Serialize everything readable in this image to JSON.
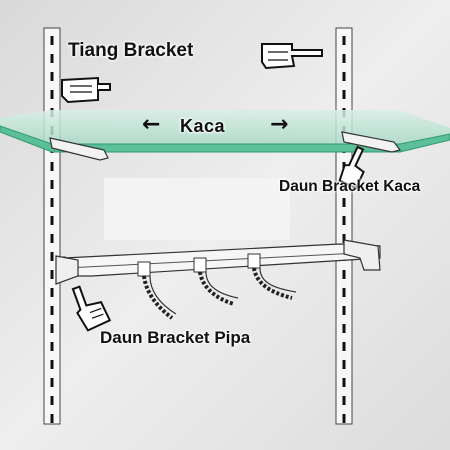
{
  "labels": {
    "tiang_bracket": "Tiang Bracket",
    "kaca": "Kaca",
    "daun_bracket_kaca": "Daun Bracket Kaca",
    "daun_bracket_pipa": "Daun Bracket Pipa"
  },
  "colors": {
    "wall": "#e6e6e6",
    "glass": "#bfe3d6",
    "glass_edge": "#2f9a74",
    "upright_slot": "#111111",
    "hanger": "#222222"
  },
  "icons": [
    "hand-pointing-left-icon",
    "hand-pointing-right-icon",
    "hand-pointing-up-icon",
    "arrow-left-icon",
    "arrow-right-icon"
  ]
}
